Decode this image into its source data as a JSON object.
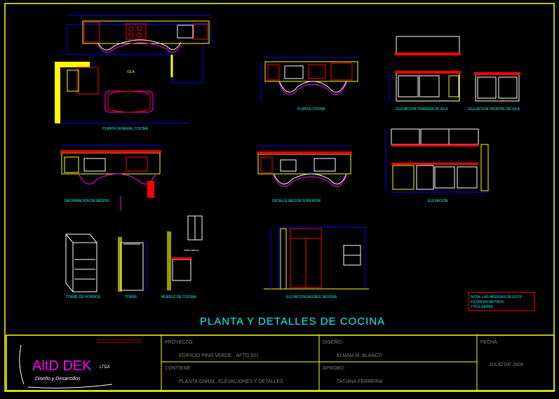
{
  "drawing": {
    "main_title": "PLANTA  Y  DETALLES  DE  COCINA",
    "views": {
      "planta_general": "PLANTA GENERAL COCINA",
      "isla": "ISLA",
      "planta_cocina": "PLANTA COCINA",
      "elev_trasera_isla": "ELEVACION TRASERA DE ISLA",
      "elev_frontal_isla": "ELEVACION FRONTAL DE ISLA",
      "informacion_meson": "INFORMACION DE MESON",
      "detalle_meson": "DETALLE MESON SUPERIOR",
      "elevacion": "ELEVACION",
      "torre_hornos": "TORRE DE HORNOS",
      "torre": "TORRE",
      "mueble_cocina": "MUEBLE DE COCINA",
      "vista_lateral": "Vista lateral",
      "elev_mueble_nevera": "ELEVACION MUEBLE NEVERA"
    },
    "note": {
      "line1": "NOTA: LAS MEDIDAS DE ESTE",
      "line2": "ESTAN  EN  METROS",
      "line3": "Y  PULGADAS"
    }
  },
  "title_block": {
    "logo": {
      "brand": "AltD DEK",
      "suffix": "LTDA",
      "tagline": "Diseño y Desarrollos"
    },
    "proyecto_label": "PROYECTO:",
    "proyecto_value": "EDIFICIO PINO VERDE - APTO 501",
    "contiene_label": "CONTIENE:",
    "contiene_value": "PLANTA GNRAL, ELEVACIONES Y DETALLES",
    "diseno_label": "DISEÑO:",
    "diseno_value": "ELIANA M. BLANCO",
    "aprobo_label": "APROBO:",
    "aprobo_value": "TATIANA FERREIRA",
    "fecha_label": "FECHA:",
    "fecha_value": "JULIO  DE 2008"
  },
  "colors": {
    "background": "#000000",
    "frame": "#ffff00",
    "title": "#00ffff",
    "cabinet": "#ffff00",
    "counter": "#ff0000",
    "dimension": "#0000ff",
    "annotation": "#ff00ff",
    "accent_green": "#00ff00",
    "label_text": "#ffffff"
  }
}
